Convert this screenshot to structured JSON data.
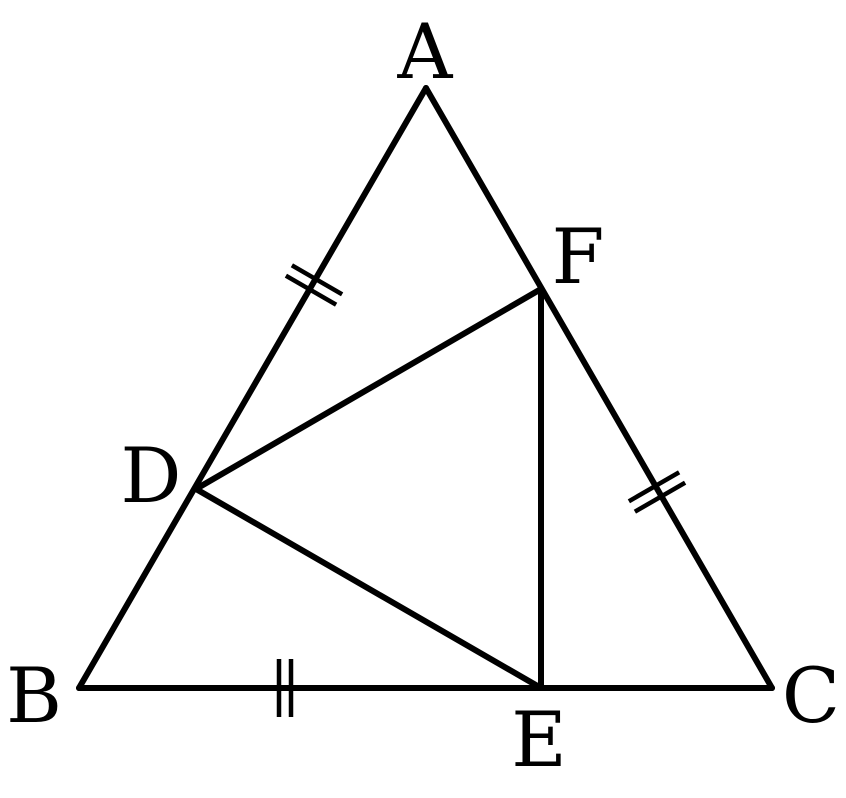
{
  "diagram": {
    "stroke_color": "#000000",
    "background": "#ffffff",
    "points": {
      "A": "A",
      "B": "B",
      "C": "C",
      "D": "D",
      "E": "E",
      "F": "F"
    },
    "segments": [
      "AB",
      "AC",
      "BC",
      "DE",
      "EF",
      "FD"
    ],
    "equal_marks": {
      "style": "double-tick",
      "segments": [
        "AD",
        "BE",
        "CF"
      ]
    }
  }
}
